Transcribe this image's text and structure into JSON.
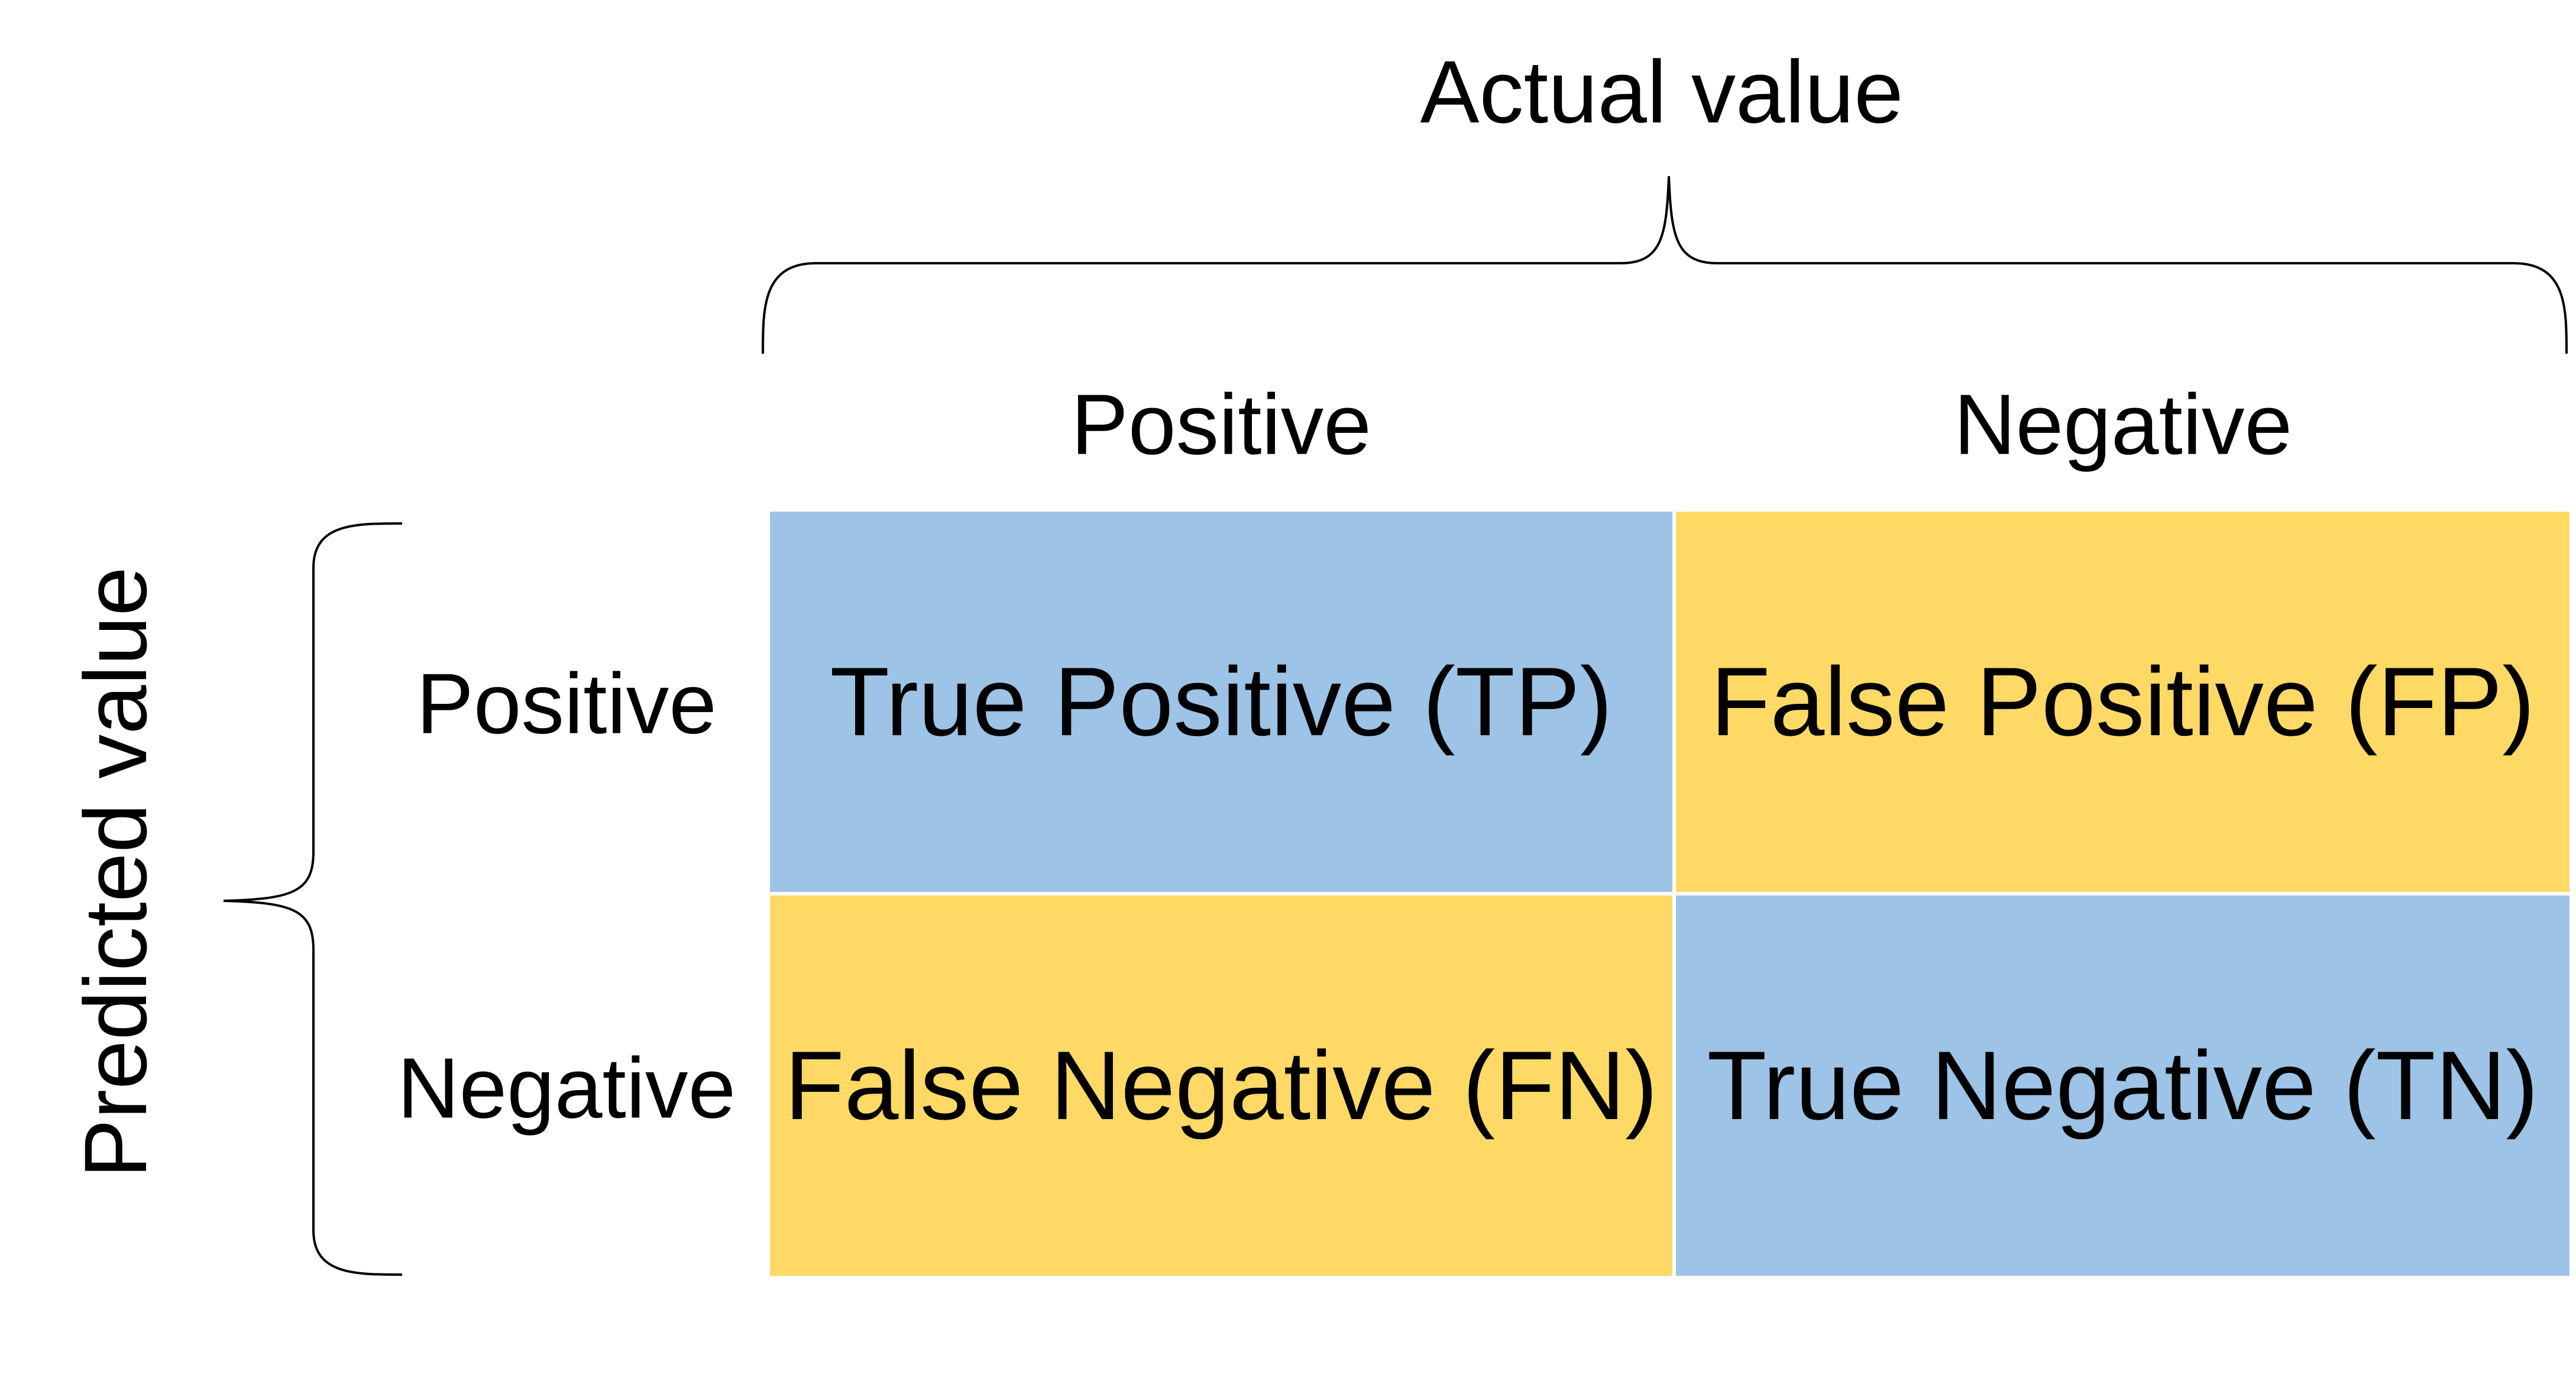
{
  "actual_axis": {
    "title": "Actual value",
    "columns": [
      "Positive",
      "Negative"
    ]
  },
  "predicted_axis": {
    "title": "Predicted value",
    "rows": [
      "Positive",
      "Negative"
    ]
  },
  "matrix": {
    "cells": [
      [
        "True Positive (TP)",
        "False Positive (FP)"
      ],
      [
        "False Negative (FN)",
        "True Negative (TN)"
      ]
    ],
    "colors": {
      "correct": "#9DC3E6",
      "error": "#FFD966",
      "brace": "#000000"
    }
  }
}
